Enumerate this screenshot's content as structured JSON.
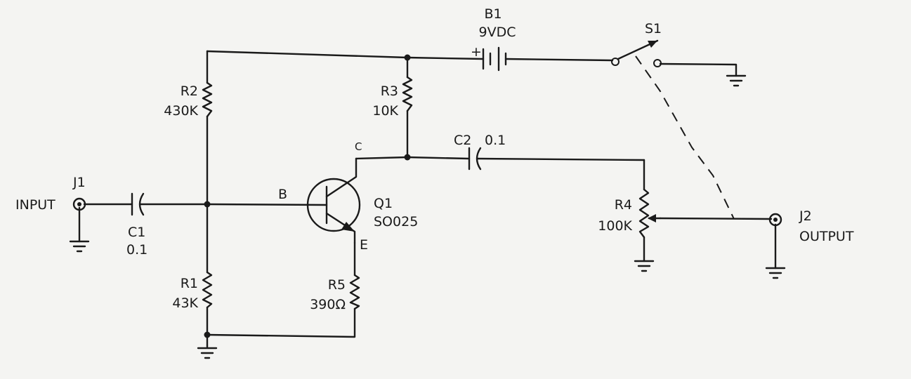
{
  "battery": {
    "ref": "B1",
    "value": "9VDC",
    "polarity": "+"
  },
  "switch": {
    "ref": "S1"
  },
  "resistors": {
    "r1": {
      "ref": "R1",
      "value": "43K"
    },
    "r2": {
      "ref": "R2",
      "value": "430K"
    },
    "r3": {
      "ref": "R3",
      "value": "10K"
    },
    "r4": {
      "ref": "R4",
      "value": "100K"
    },
    "r5": {
      "ref": "R5",
      "value": "390Ω"
    }
  },
  "capacitors": {
    "c1": {
      "ref": "C1",
      "value": "0.1"
    },
    "c2": {
      "ref": "C2",
      "value": "0.1"
    }
  },
  "transistor": {
    "ref": "Q1",
    "part": "SO025",
    "base": "B",
    "collector": "C",
    "emitter": "E"
  },
  "jacks": {
    "j1": {
      "ref": "J1",
      "label": "INPUT"
    },
    "j2": {
      "ref": "J2",
      "label": "OUTPUT"
    }
  }
}
